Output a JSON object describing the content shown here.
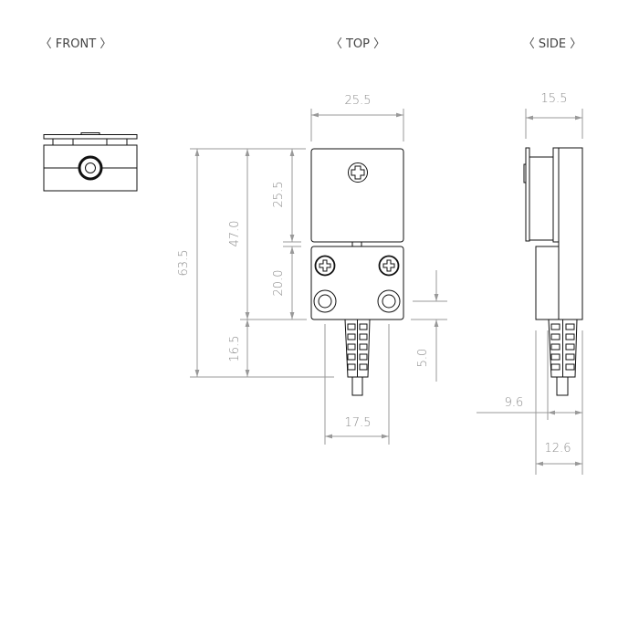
{
  "views": {
    "front": {
      "title": "〈 FRONT 〉"
    },
    "top": {
      "title": "〈 TOP 〉"
    },
    "side": {
      "title": "〈 SIDE 〉"
    }
  },
  "dimensions": {
    "top_width": "25.5",
    "total_length": "63.5",
    "body_length": "47.0",
    "upper_block": "25.5",
    "lower_block": "20.0",
    "cable_length": "16.5",
    "hole_offset": "5.0",
    "cable_span": "17.5",
    "side_width": "15.5",
    "side_cable_offset": "9.6",
    "side_lower_width": "12.6"
  },
  "colors": {
    "outline": "#111111",
    "dimension": "#999999",
    "text": "#444444"
  }
}
